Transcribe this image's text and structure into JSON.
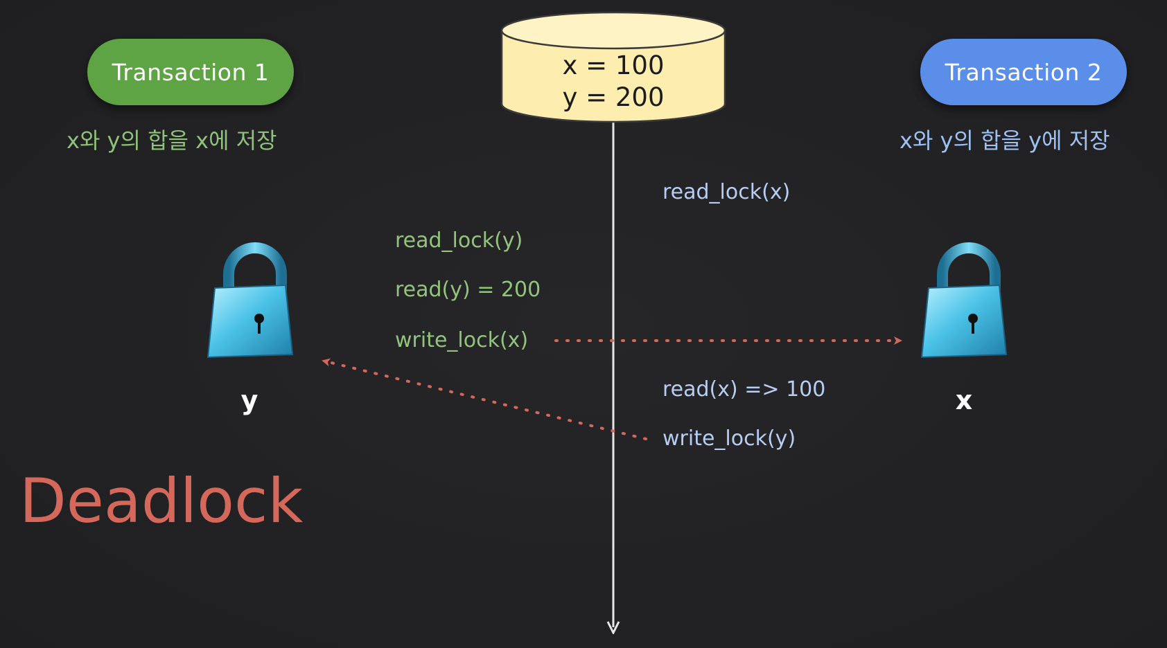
{
  "database": {
    "line1": "x = 100",
    "line2": "y = 200"
  },
  "transaction1": {
    "title": "Transaction 1",
    "description": "x와 y의 합을 x에 저장",
    "color": "#5ea444",
    "operations": {
      "read_lock": "read_lock(y)",
      "read": "read(y) = 200",
      "write_lock": "write_lock(x)"
    }
  },
  "transaction2": {
    "title": "Transaction 2",
    "description": "x와 y의 합을 y에 저장",
    "color": "#5a8ee8",
    "operations": {
      "read_lock": "read_lock(x)",
      "read": "read(x) => 100",
      "write_lock": "write_lock(y)"
    }
  },
  "locks": {
    "left_label": "y",
    "right_label": "x",
    "icon_left": "padlock-icon",
    "icon_right": "padlock-icon"
  },
  "title": "Deadlock",
  "colors": {
    "arrow": "#d4685a",
    "timeline": "#e6e6e6",
    "database_fill": "#fdeeb0",
    "lock_body": "#4cc3e8"
  }
}
